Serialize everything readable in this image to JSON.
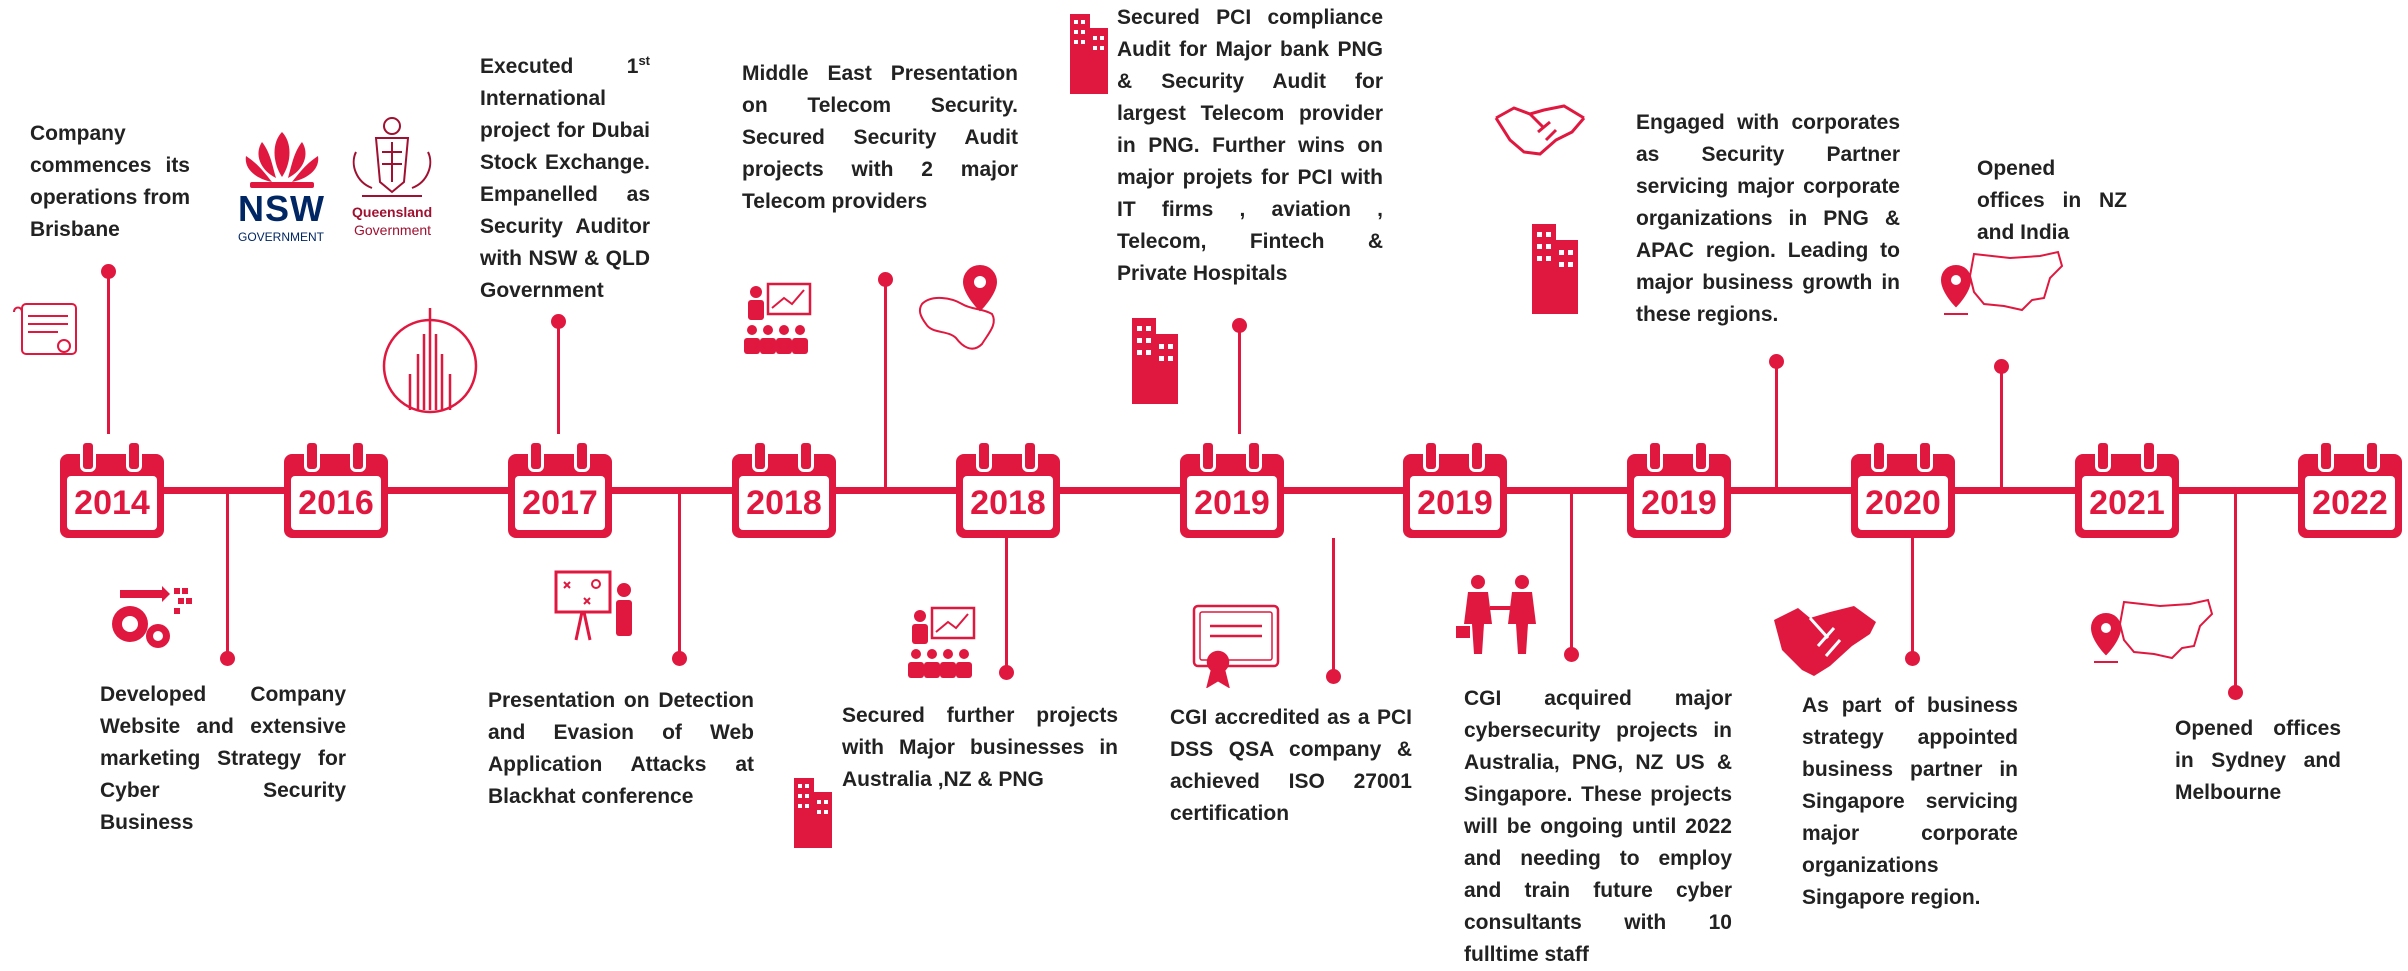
{
  "timeline": {
    "years": [
      "2014",
      "2016",
      "2017",
      "2018",
      "2018",
      "2019",
      "2019",
      "2019",
      "2020",
      "2021",
      "2022"
    ]
  },
  "events": {
    "e2014": "Company commences its operations from Brisbane",
    "e2016": "Developed Company Website and extensive marketing Strategy for Cyber Security Business",
    "e2017_pre": "Executed 1",
    "e2017_sup": "st",
    "e2017_post": "International project for Dubai Stock Exchange. Empanelled as Security Auditor with NSW & QLD Government",
    "e2017b": "Presentation on Detection and Evasion of Web Application Attacks at Blackhat conference",
    "e2018": "Middle East Presentation on Telecom Security. Secured Security Audit projects with 2 major Telecom providers",
    "e2018b": "Secured further projects with Major businesses in Australia ,NZ & PNG",
    "e2019": "Secured PCI compliance Audit for Major bank PNG & Security Audit for largest Telecom provider in PNG. Further wins on major projets for PCI with IT firms , aviation , Telecom, Fintech & Private Hospitals",
    "e2019b": "CGI accredited as a PCI DSS QSA company & achieved ISO 27001 certification",
    "e2019c": "CGI acquired major cybersecurity projects in Australia, PNG, NZ US & Singapore. These projects will be ongoing until 2022 and needing to employ and train future cyber consultants with 10 fulltime staff",
    "e2019d": "Engaged with corporates as Security Partner servicing major corporate organizations in PNG & APAC region. Leading to major business growth in these regions.",
    "e2020": "As part of business strategy appointed business partner in Singapore servicing major corporate organizations Singapore region.",
    "e2021a": "Opened offices in NZ and India",
    "e2021b": "Opened offices in Sydney and Melbourne"
  },
  "logos": {
    "nsw": "NSW",
    "nsw_sub": "GOVERNMENT",
    "qld": "Queensland",
    "qld_sub": "Government"
  },
  "colors": {
    "accent": "#e0183f",
    "text": "#222222",
    "nsw_blue": "#002664"
  },
  "icons": [
    "certificate-icon",
    "gears-icon",
    "burj-khalifa-icon",
    "strategy-board-icon",
    "presentation-icon",
    "middle-east-map-icon",
    "building-icon",
    "handshake-icon",
    "business-people-icon",
    "usa-map-pin-icon",
    "cyber-alliance-handshake-icon"
  ]
}
